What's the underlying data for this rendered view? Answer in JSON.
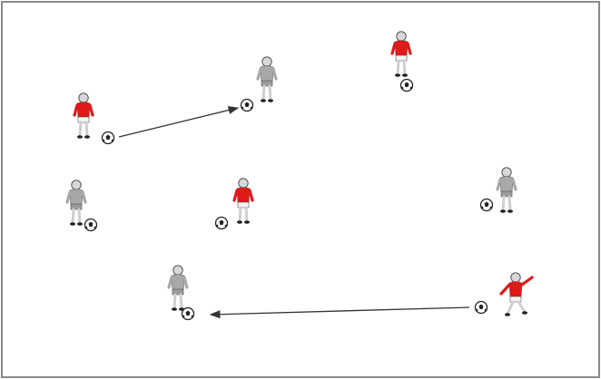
{
  "diagram": {
    "title": "",
    "colors": {
      "red_team": "#e01919",
      "grey_team": "#a8a8a8",
      "border": "#8a8a8a",
      "background": "#ffffff",
      "arrow": "#333333"
    },
    "players": [
      {
        "id": "p1",
        "team": "red",
        "pose": "facing-left",
        "has_ball": true
      },
      {
        "id": "p2",
        "team": "grey",
        "pose": "receiving",
        "has_ball": true
      },
      {
        "id": "p3",
        "team": "red",
        "pose": "facing-forward",
        "has_ball": true
      },
      {
        "id": "p4",
        "team": "grey",
        "pose": "facing-left",
        "has_ball": true
      },
      {
        "id": "p5",
        "team": "red",
        "pose": "facing-right",
        "has_ball": true
      },
      {
        "id": "p6",
        "team": "grey",
        "pose": "back",
        "has_ball": true
      },
      {
        "id": "p7",
        "team": "grey",
        "pose": "receiving",
        "has_ball": true
      },
      {
        "id": "p8",
        "team": "red",
        "pose": "kicking",
        "has_ball": true
      }
    ],
    "passes": [
      {
        "from": "p1",
        "to": "p2"
      },
      {
        "from": "p8",
        "to": "p7"
      }
    ]
  }
}
